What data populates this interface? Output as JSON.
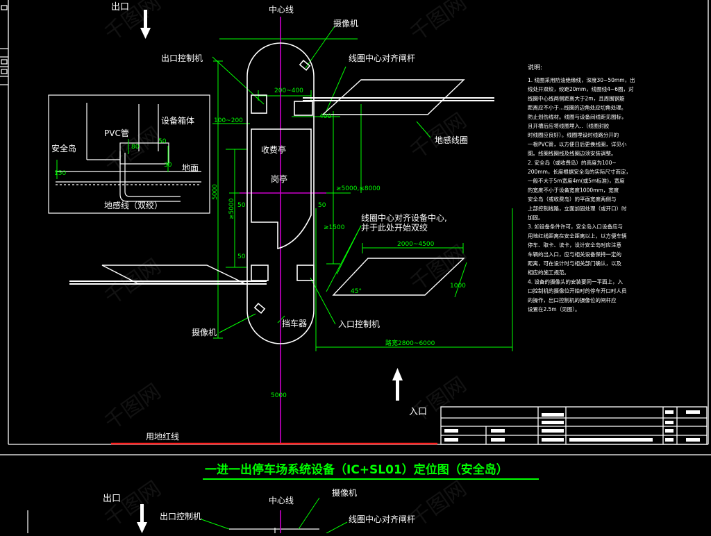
{
  "colors": {
    "background": "#000000",
    "frame": "#ffffff",
    "outline": "#ffffff",
    "dimension": "#00ff00",
    "centerline": "#cc00cc",
    "redline": "#ff2020",
    "title": "#00ff00"
  },
  "labels": {
    "exit": "出口",
    "entrance": "入口",
    "centerline": "中心线",
    "camera": "摄像机",
    "camera_bottom": "摄像机",
    "exit_controller": "出口控制机",
    "entry_controller": "入口控制机",
    "loop_center_gate": "线圈中心对齐闸杆",
    "loop_center_device": "线圈中心对齐设备中心,",
    "loop_start_twist": "并于此处开始双绞",
    "ground_loop": "地感线圈",
    "toll_booth": "收费亭",
    "toll_booth_2": "岗亭",
    "barrier": "挡车器",
    "property_line": "用地红线"
  },
  "detail": {
    "safety_island": "安全岛",
    "pvc_pipe": "PVC管",
    "equipment_box": "设备箱体",
    "ground": "地面",
    "loop_wire": "地感线（双绞）"
  },
  "dimensions": {
    "d_200_400": "200~400",
    "d_100_200": "100~200",
    "d_400": "400",
    "d_5000": "5000",
    "d_ge5000_le8000": "≥5000,≤8000",
    "d_50_a": "50",
    "d_50_b": "50",
    "d_ge5000": "≥5000",
    "d_ge1500": "≥1500",
    "d_50_c": "50",
    "d_2000_4500": "2000~4500",
    "d_1000": "1000",
    "d_45": "45°",
    "d_road_width": "路宽2800~6000",
    "d_5000_bottom": "5000",
    "d_150": "150",
    "d_80": "80",
    "d_50_d": "50",
    "d_30": "30"
  },
  "notes": {
    "heading": "说明:",
    "lines": [
      "1. 线圈采用防油绝缘线，深度30~50mm，出",
      "线处开双绞，绞距20mm，线圈线4~6圈，对",
      "线圈中心线两侧距离大于2m，且周围钢筋",
      "距离应不小于...线圈的边角处应切角处理。",
      "防止划伤线材。线圈与设备间线距见图标，",
      "且开槽后应将线圈埋入..（线圈封胶",
      "时线圈应良好）。线圈埋设时线路分开的",
      "一根PVC管，以方便日后更换线圈，详见小",
      "图。线圈线圈线及线圈边须安装调整。",
      "2. 安全岛（或收费岛）的高度为100~",
      "200mm，长度根据安全岛的实际尺寸而定，",
      "一般不大于5m宽度4m(或5m标准)，宽度",
      "的宽度不小于设备宽度1000mm，宽度",
      "安全岛（或收费岛）的平面宽度两侧与",
      "上部控制线路，立面加固处理（或开口）时",
      "加固。",
      "3. 如设备条件许可，安全岛入口设备应与",
      "用地红线距离在安全距离以上，以方便车辆",
      "停车、取卡、读卡，设计安全岛时应注意",
      "车辆的出入口，应与相关设备保持一定的",
      "距离，可在设计时与相关部门确认，以及",
      "相应的施工规范。",
      "4. 设备的摄像头的安装要同一平面上，入",
      "口控制机的摄像位开始时的停车开口时人员",
      "的操作，出口控制机的摄像位的闸杆应",
      "设置在2.5m（见图）。"
    ]
  },
  "title_block": {
    "title": "一进一出停车场系统设备（IC+SL01）定位图（安全岛）"
  },
  "lower_sheet": {
    "exit": "出口",
    "centerline": "中心线",
    "camera": "摄像机",
    "exit_controller": "出口控制机",
    "loop_center_gate": "线圈中心对齐闸杆"
  },
  "watermark": "千图网"
}
